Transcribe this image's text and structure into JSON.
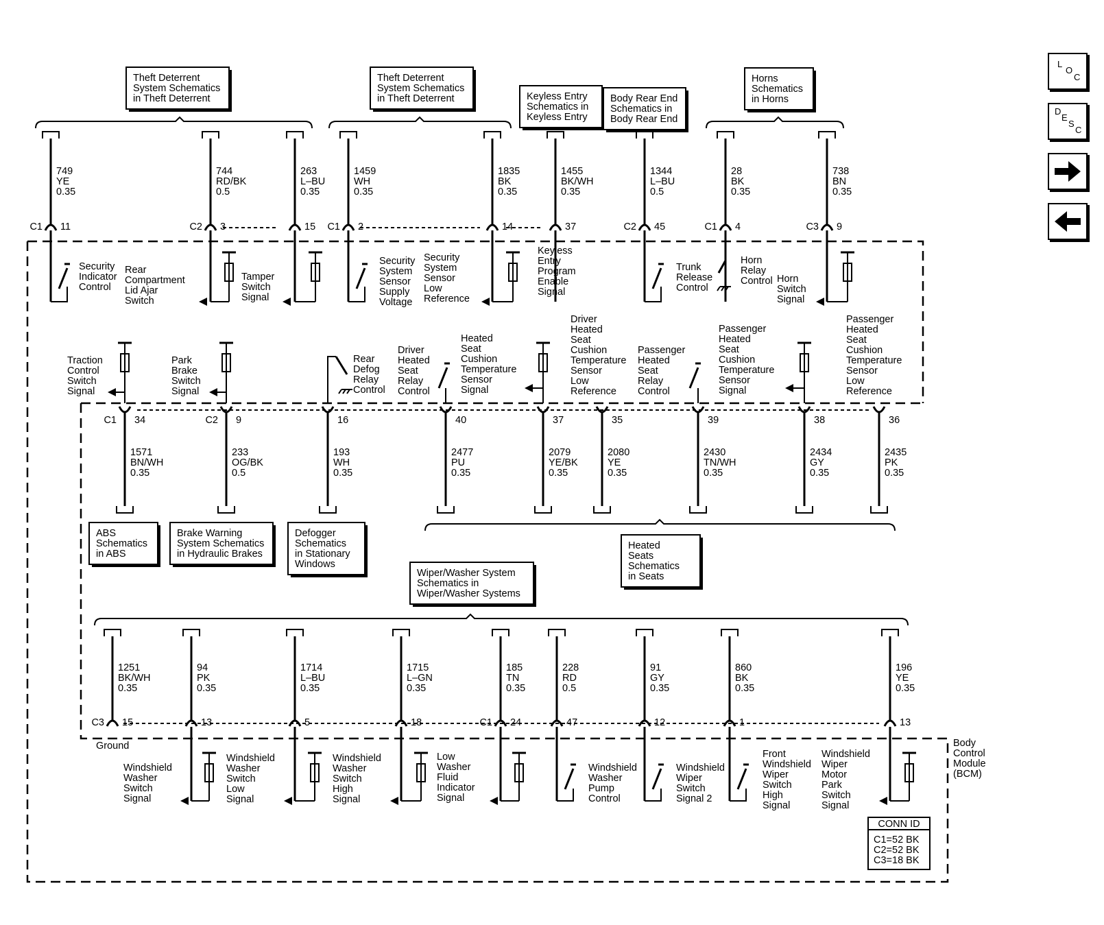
{
  "nav": {
    "loc": [
      "L",
      "O",
      "C"
    ],
    "desc": [
      "D",
      "E",
      "S",
      "C"
    ]
  },
  "refs": {
    "theft1": [
      "Theft Deterrent",
      "System Schematics",
      "in Theft Deterrent"
    ],
    "theft2": [
      "Theft Deterrent",
      "System Schematics",
      "in Theft Deterrent"
    ],
    "keyless": [
      "Keyless Entry",
      "Schematics in",
      "Keyless Entry"
    ],
    "bodyrear": [
      "Body Rear End",
      "Schematics in",
      "Body Rear End"
    ],
    "horns": [
      "Horns",
      "Schematics",
      "in Horns"
    ],
    "abs": [
      "ABS",
      "Schematics",
      "in ABS"
    ],
    "brake": [
      "Brake Warning",
      "System Schematics",
      "in Hydraulic Brakes"
    ],
    "defog": [
      "Defogger",
      "Schematics",
      "in Stationary",
      "Windows"
    ],
    "seats": [
      "Heated",
      "Seats",
      "Schematics",
      "in Seats"
    ],
    "wiper": [
      "Wiper/Washer System",
      "Schematics in",
      "Wiper/Washer Systems"
    ]
  },
  "wires": {
    "top": [
      {
        "circuit": "749",
        "color": "YE",
        "gauge": "0.35",
        "conn": "C1",
        "pin": "11"
      },
      {
        "circuit": "744",
        "color": "RD/BK",
        "gauge": "0.5",
        "conn": "C2",
        "pin": "3"
      },
      {
        "circuit": "263",
        "color": "L–BU",
        "gauge": "0.35",
        "conn": "",
        "pin": "15"
      },
      {
        "circuit": "1459",
        "color": "WH",
        "gauge": "0.35",
        "conn": "C1",
        "pin": "2"
      },
      {
        "circuit": "1835",
        "color": "BK",
        "gauge": "0.35",
        "conn": "",
        "pin": "14"
      },
      {
        "circuit": "1455",
        "color": "BK/WH",
        "gauge": "0.35",
        "conn": "",
        "pin": "37"
      },
      {
        "circuit": "1344",
        "color": "L–BU",
        "gauge": "0.5",
        "conn": "C2",
        "pin": "45"
      },
      {
        "circuit": "28",
        "color": "BK",
        "gauge": "0.35",
        "conn": "C1",
        "pin": "4"
      },
      {
        "circuit": "738",
        "color": "BN",
        "gauge": "0.35",
        "conn": "C3",
        "pin": "9"
      }
    ],
    "mid": [
      {
        "circuit": "1571",
        "color": "BN/WH",
        "gauge": "0.35",
        "conn": "C1",
        "pin": "34"
      },
      {
        "circuit": "233",
        "color": "OG/BK",
        "gauge": "0.5",
        "conn": "C2",
        "pin": "9"
      },
      {
        "circuit": "193",
        "color": "WH",
        "gauge": "0.35",
        "conn": "",
        "pin": "16"
      },
      {
        "circuit": "2477",
        "color": "PU",
        "gauge": "0.35",
        "conn": "",
        "pin": "40"
      },
      {
        "circuit": "2079",
        "color": "YE/BK",
        "gauge": "0.35",
        "conn": "",
        "pin": "37"
      },
      {
        "circuit": "2080",
        "color": "YE",
        "gauge": "0.35",
        "conn": "",
        "pin": "35"
      },
      {
        "circuit": "2430",
        "color": "TN/WH",
        "gauge": "0.35",
        "conn": "",
        "pin": "39"
      },
      {
        "circuit": "2434",
        "color": "GY",
        "gauge": "0.35",
        "conn": "",
        "pin": "38"
      },
      {
        "circuit": "2435",
        "color": "PK",
        "gauge": "0.35",
        "conn": "",
        "pin": "36"
      }
    ],
    "bot": [
      {
        "circuit": "1251",
        "color": "BK/WH",
        "gauge": "0.35",
        "conn": "C3",
        "pin": "15"
      },
      {
        "circuit": "94",
        "color": "PK",
        "gauge": "0.35",
        "conn": "",
        "pin": "13"
      },
      {
        "circuit": "1714",
        "color": "L–BU",
        "gauge": "0.35",
        "conn": "",
        "pin": "5"
      },
      {
        "circuit": "1715",
        "color": "L–GN",
        "gauge": "0.35",
        "conn": "",
        "pin": "18"
      },
      {
        "circuit": "185",
        "color": "TN",
        "gauge": "0.35",
        "conn": "C1",
        "pin": "24"
      },
      {
        "circuit": "228",
        "color": "RD",
        "gauge": "0.5",
        "conn": "",
        "pin": "47"
      },
      {
        "circuit": "91",
        "color": "GY",
        "gauge": "0.35",
        "conn": "",
        "pin": "12"
      },
      {
        "circuit": "860",
        "color": "BK",
        "gauge": "0.35",
        "conn": "",
        "pin": "1"
      },
      {
        "circuit": "196",
        "color": "YE",
        "gauge": "0.35",
        "conn": "",
        "pin": "13"
      }
    ]
  },
  "labels": {
    "secInd": [
      "Security",
      "Indicator",
      "Control"
    ],
    "rearLid": [
      "Rear",
      "Compartment",
      "Lid Ajar",
      "Switch"
    ],
    "tamper": [
      "Tamper",
      "Switch",
      "Signal"
    ],
    "sssv": [
      "Security",
      "System",
      "Sensor",
      "Supply",
      "Voltage"
    ],
    "sslr": [
      "Security",
      "System",
      "Sensor",
      "Low",
      "Reference"
    ],
    "keylessProg": [
      "Keyless",
      "Entry",
      "Program",
      "Enable",
      "Signal"
    ],
    "trunk": [
      "Trunk",
      "Release",
      "Control"
    ],
    "hornRelay": [
      "Horn",
      "Relay",
      "Control"
    ],
    "hornSwitch": [
      "Horn",
      "Switch",
      "Signal"
    ],
    "traction": [
      "Traction",
      "Control",
      "Switch",
      "Signal"
    ],
    "parkBrake": [
      "Park",
      "Brake",
      "Switch",
      "Signal"
    ],
    "rearDefog": [
      "Rear",
      "Defog",
      "Relay",
      "Control"
    ],
    "drvRelay": [
      "Driver",
      "Heated",
      "Seat",
      "Relay",
      "Control"
    ],
    "drvTemp": [
      "Heated",
      "Seat",
      "Cushion",
      "Temperature",
      "Sensor",
      "Signal"
    ],
    "drvLow": [
      "Driver",
      "Heated",
      "Seat",
      "Cushion",
      "Temperature",
      "Sensor",
      "Low",
      "Reference"
    ],
    "psgRelay": [
      "Passenger",
      "Heated",
      "Seat",
      "Relay",
      "Control"
    ],
    "psgTemp": [
      "Passenger",
      "Heated",
      "Seat",
      "Cushion",
      "Temperature",
      "Sensor",
      "Signal"
    ],
    "psgLow": [
      "Passenger",
      "Heated",
      "Seat",
      "Cushion",
      "Temperature",
      "Sensor",
      "Low",
      "Reference"
    ],
    "ground": [
      "Ground"
    ],
    "wwss": [
      "Windshield",
      "Washer",
      "Switch",
      "Signal"
    ],
    "wwsl": [
      "Windshield",
      "Washer",
      "Switch",
      "Low",
      "Signal"
    ],
    "wwsh": [
      "Windshield",
      "Washer",
      "Switch",
      "High",
      "Signal"
    ],
    "lwf": [
      "Low",
      "Washer",
      "Fluid",
      "Indicator",
      "Signal"
    ],
    "wwp": [
      "Windshield",
      "Washer",
      "Pump",
      "Control"
    ],
    "wws2": [
      "Windshield",
      "Wiper",
      "Switch",
      "Signal 2"
    ],
    "fwh": [
      "Front",
      "Windshield",
      "Wiper",
      "Switch",
      "High",
      "Signal"
    ],
    "wmp": [
      "Windshield",
      "Wiper",
      "Motor",
      "Park",
      "Switch",
      "Signal"
    ],
    "bcm": [
      "Body",
      "Control",
      "Module",
      "(BCM)"
    ]
  },
  "connId": {
    "title": "CONN ID",
    "lines": [
      "C1=52 BK",
      "C2=52 BK",
      "C3=18 BK"
    ]
  }
}
